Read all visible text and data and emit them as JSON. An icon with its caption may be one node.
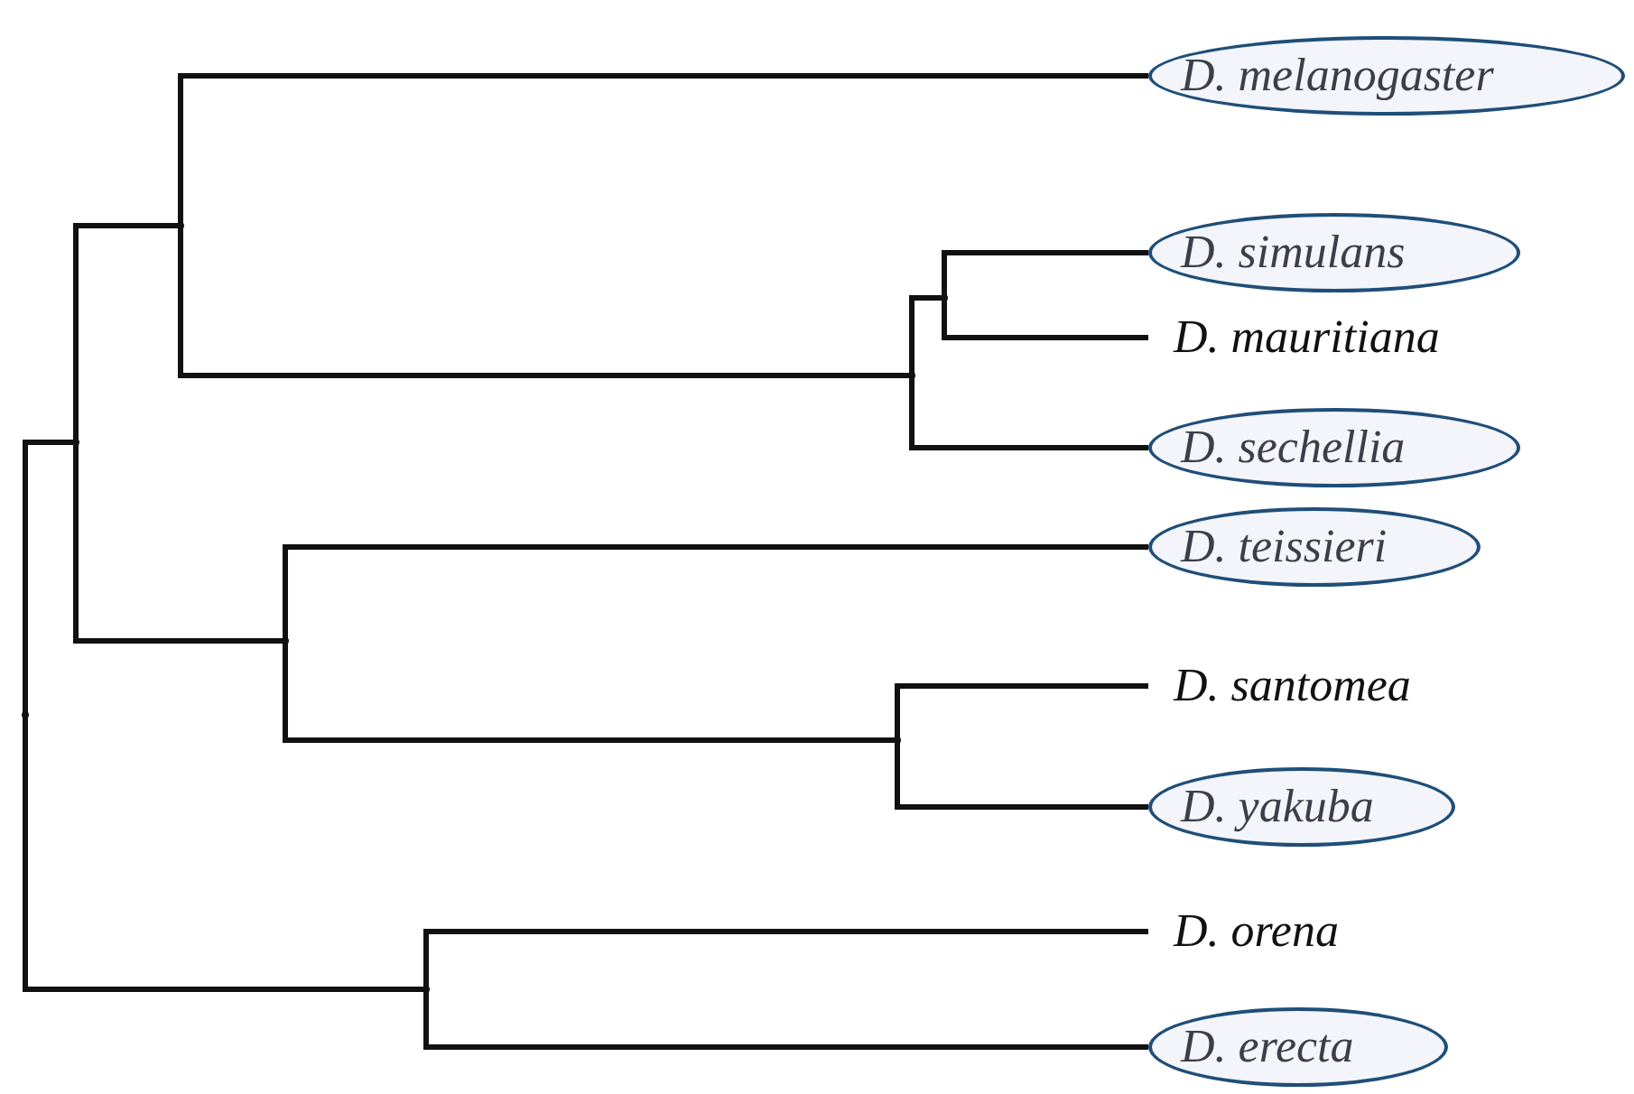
{
  "diagram": {
    "nodes": [
      {
        "text": [
          "D. melanogaster"
        ]
      },
      {
        "text": [
          "D. simulans"
        ]
      },
      {
        "text": [
          "D. mauritiana"
        ]
      },
      {
        "text": [
          "D. sechellia"
        ]
      },
      {
        "text": [
          "D. teissieri"
        ]
      },
      {
        "text": [
          "D. santomea"
        ]
      },
      {
        "text": [
          "D. yakuba"
        ]
      },
      {
        "text": [
          "D. orena"
        ]
      },
      {
        "text": [
          "D. erecta"
        ]
      },
      {
        "text": [],
        "shape": "point"
      },
      {
        "text": [],
        "shape": "point"
      },
      {
        "text": [],
        "shape": "point"
      },
      {
        "text": [],
        "shape": "point"
      },
      {
        "text": [],
        "shape": "point"
      },
      {
        "text": [],
        "shape": "point"
      },
      {
        "text": [],
        "shape": "point"
      },
      {
        "text": [],
        "shape": "point"
      }
    ],
    "edges": [
      {
        "from": 9,
        "to": 10,
        "arrow": "none"
      },
      {
        "from": 9,
        "to": 16,
        "arrow": "none"
      },
      {
        "from": 10,
        "to": 11,
        "arrow": "none"
      },
      {
        "from": 10,
        "to": 14,
        "arrow": "none"
      },
      {
        "from": 11,
        "to": 0,
        "arrow": "none"
      },
      {
        "from": 11,
        "to": 12,
        "arrow": "none"
      },
      {
        "from": 12,
        "to": 13,
        "arrow": "none"
      },
      {
        "from": 12,
        "to": 3,
        "arrow": "none"
      },
      {
        "from": 13,
        "to": 1,
        "arrow": "none"
      },
      {
        "from": 13,
        "to": 2,
        "arrow": "none"
      },
      {
        "from": 14,
        "to": 4,
        "arrow": "none"
      },
      {
        "from": 14,
        "to": 15,
        "arrow": "none"
      },
      {
        "from": 15,
        "to": 5,
        "arrow": "none"
      },
      {
        "from": 15,
        "to": 6,
        "arrow": "none"
      },
      {
        "from": 16,
        "to": 7,
        "arrow": "none"
      },
      {
        "from": 16,
        "to": 8,
        "arrow": "none"
      }
    ]
  }
}
